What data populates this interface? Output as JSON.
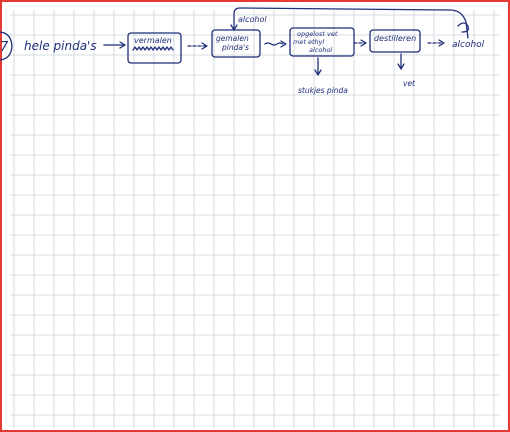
{
  "colors": {
    "ink": "#1f2f7a",
    "grid": "#c9d0d6",
    "page_border": "#e53935",
    "paper": "#ffffff"
  },
  "diagram": {
    "step_number": "7",
    "input": "hele pinda's",
    "steps": [
      {
        "label": "vermalen"
      },
      {
        "label": "gemalen pinda's"
      },
      {
        "label": "opgelost vet met ethyl alcohol"
      },
      {
        "label": "destilleren"
      }
    ],
    "output": "alcohol",
    "recycle_label": "alcohol",
    "side_outputs": {
      "residue": "stukjes pinda",
      "product": "vet"
    }
  }
}
